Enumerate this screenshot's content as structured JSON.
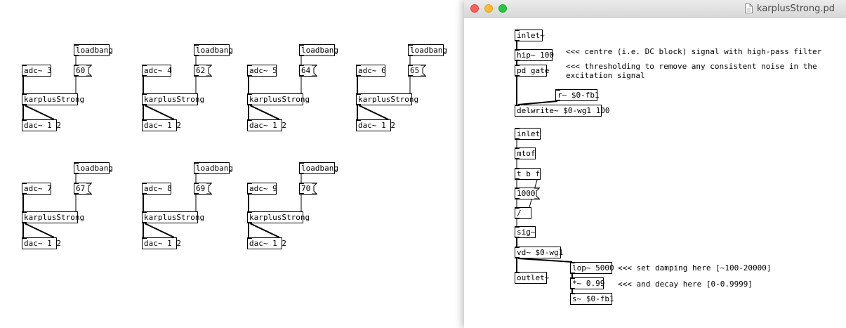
{
  "main_patch": {
    "instances": [
      {
        "loadbang": "loadbang",
        "number": "60",
        "adc": "adc~ 3",
        "ks": "karplusStrong",
        "dac": "dac~ 1 2"
      },
      {
        "loadbang": "loadbang",
        "number": "62",
        "adc": "adc~ 4",
        "ks": "karplusStrong",
        "dac": "dac~ 1 2"
      },
      {
        "loadbang": "loadbang",
        "number": "64",
        "adc": "adc~ 5",
        "ks": "karplusStrong",
        "dac": "dac~ 1 2"
      },
      {
        "loadbang": "loadbang",
        "number": "65",
        "adc": "adc~ 6",
        "ks": "karplusStrong",
        "dac": "dac~ 1 2"
      },
      {
        "loadbang": "loadbang",
        "number": "67",
        "adc": "adc~ 7",
        "ks": "karplusStrong",
        "dac": "dac~ 1 2"
      },
      {
        "loadbang": "loadbang",
        "number": "69",
        "adc": "adc~ 8",
        "ks": "karplusStrong",
        "dac": "dac~ 1 2"
      },
      {
        "loadbang": "loadbang",
        "number": "70",
        "adc": "adc~ 9",
        "ks": "karplusStrong",
        "dac": "dac~ 1 2"
      }
    ]
  },
  "window": {
    "title": "karplusStrong.pd",
    "icons": {
      "close": "close-button",
      "minimize": "minimize-button",
      "zoom": "zoom-button",
      "document": "document-icon"
    },
    "colors": {
      "close": "#fe5f57",
      "minimize": "#febc2e",
      "zoom": "#28c840"
    }
  },
  "subpatch": {
    "objects": {
      "inlet_sig": "inlet~",
      "hip": "hip~ 100",
      "pd_gate": "pd gate",
      "r_fb1": "r~ $0-fb1",
      "delwrite": "delwrite~ $0-wg1 100",
      "inlet": "inlet",
      "mtof": "mtof",
      "tbf": "t b f",
      "msg1000": "1000",
      "div": "/",
      "sig": "sig~",
      "vd": "vd~ $0-wg1",
      "lop": "lop~ 5000",
      "outlet": "outlet~",
      "mul": "*~ 0.99",
      "s_fb1": "s~ $0-fb1"
    },
    "comments": {
      "hip": "<<< centre (i.e. DC block) signal with high-pass filter",
      "gate": "<<< thresholding to remove any consistent noise in the\nexcitation signal",
      "lop": "<<< set damping here [~100-20000]",
      "mul": "<<< and decay here [0-0.9999]"
    }
  }
}
